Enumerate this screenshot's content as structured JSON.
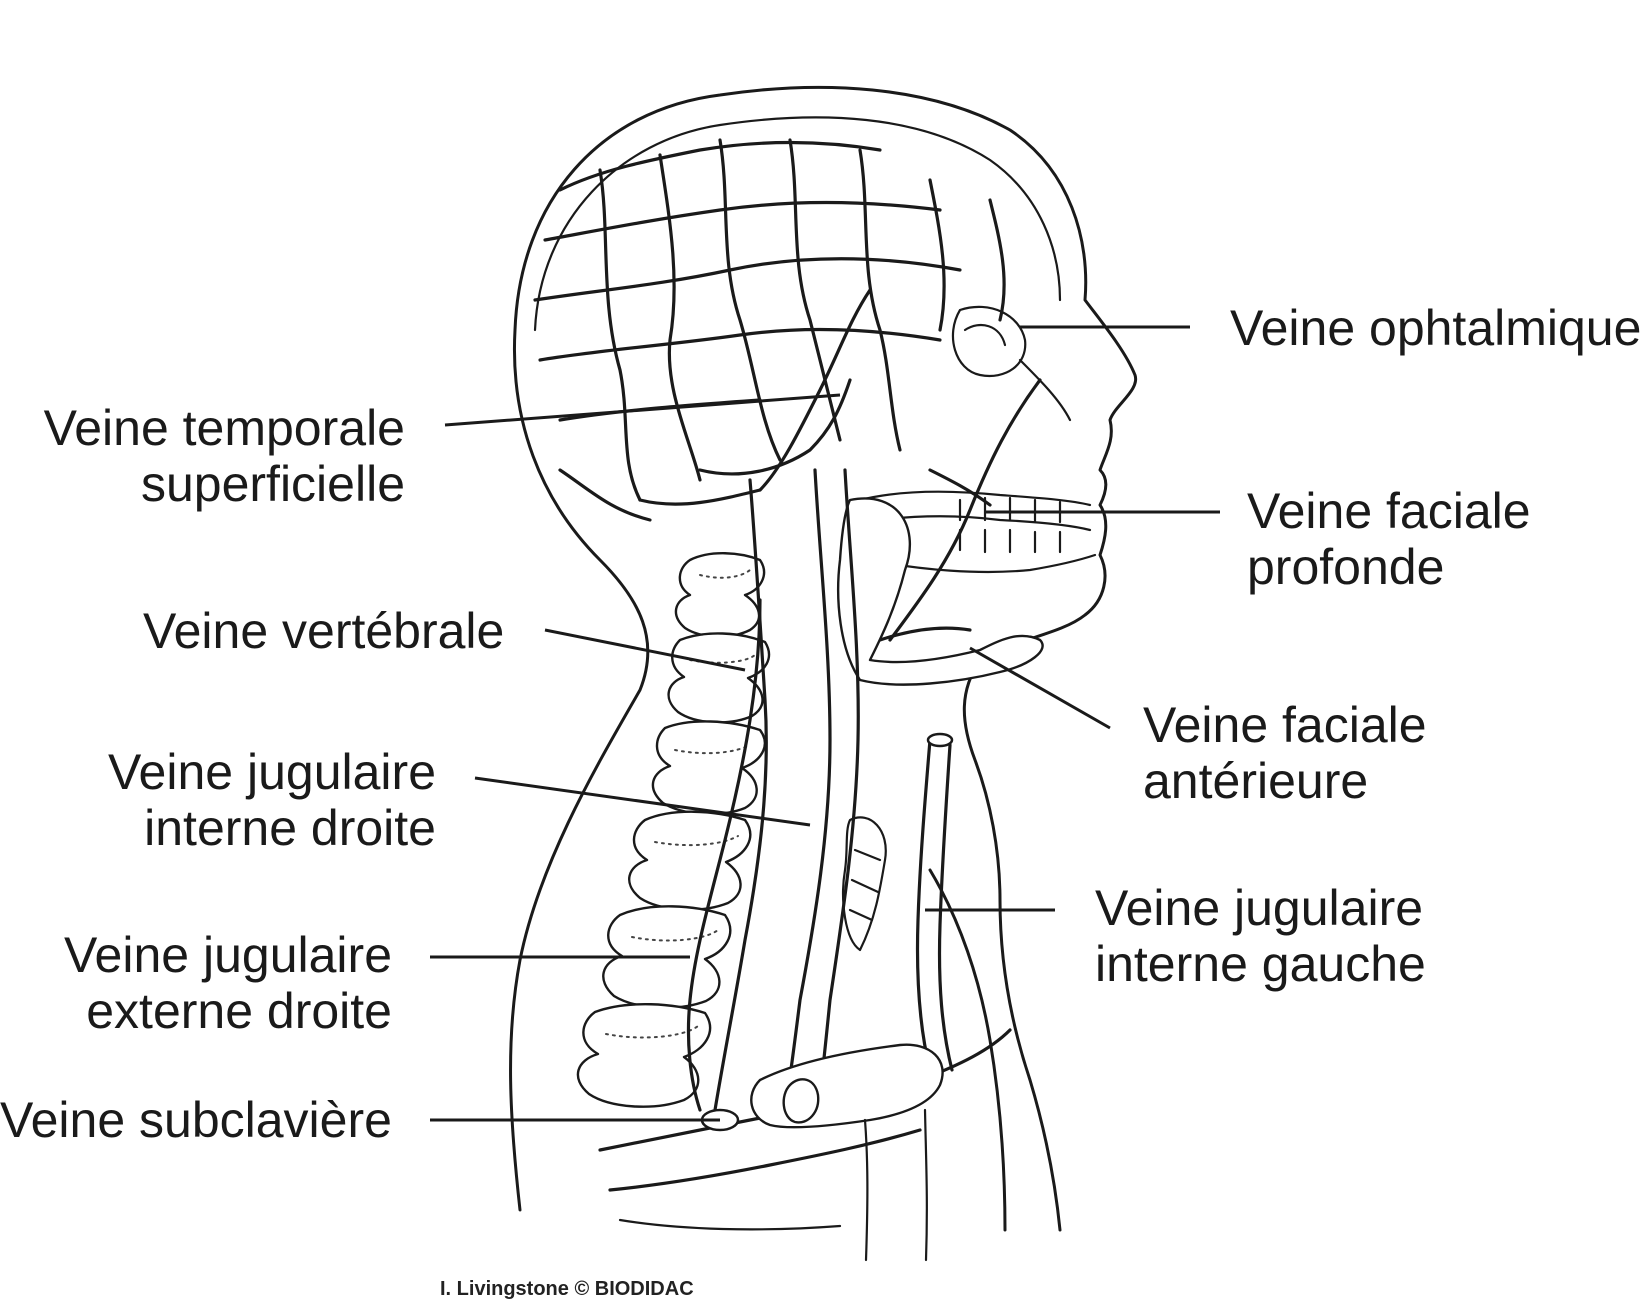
{
  "labels": {
    "ophtalmique": [
      "Veine ophtalmique"
    ],
    "temporale": [
      "Veine temporale",
      "superficielle"
    ],
    "faciale_profonde": [
      "Veine faciale",
      "profonde"
    ],
    "vertebrale": [
      "Veine vertébrale"
    ],
    "faciale_anterieure": [
      "Veine faciale",
      "antérieure"
    ],
    "jugulaire_interne_droite": [
      "Veine jugulaire",
      "interne droite"
    ],
    "jugulaire_interne_gauche": [
      "Veine jugulaire",
      "interne gauche"
    ],
    "jugulaire_externe_droite": [
      "Veine jugulaire",
      "externe droite"
    ],
    "subclaviere": [
      "Veine subclavière"
    ]
  },
  "credit": "I. Livingstone © BIODIDAC"
}
